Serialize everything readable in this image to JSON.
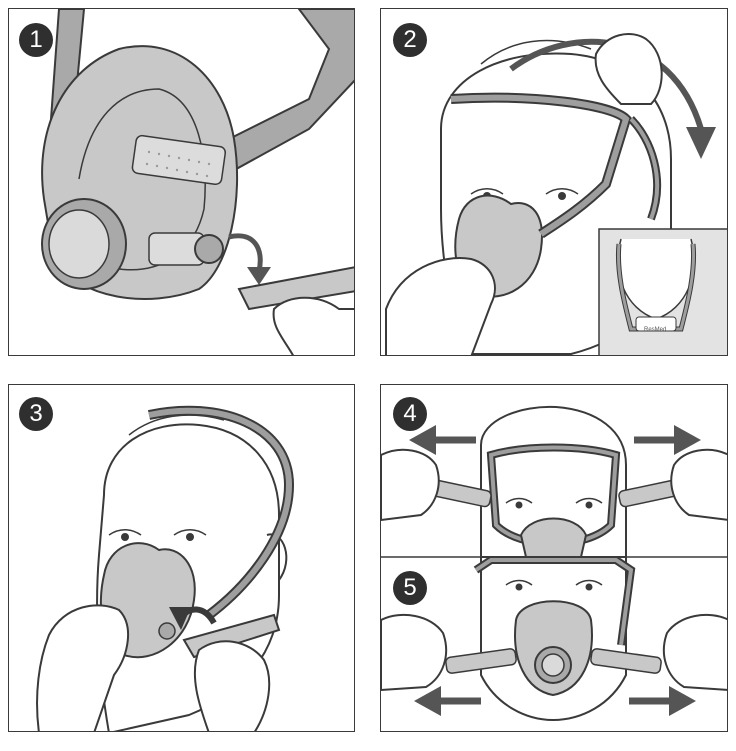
{
  "steps": [
    {
      "number": "1"
    },
    {
      "number": "2"
    },
    {
      "number": "3"
    },
    {
      "number": "4"
    },
    {
      "number": "5"
    }
  ],
  "inset_brand": "ResMed",
  "colors": {
    "outline": "#3a3a3a",
    "mask_fill": "#c8c8c8",
    "mask_dark": "#a9a9a9",
    "frame_fill": "#9e9e9e",
    "inset_bg": "#e3e3e3",
    "arrow": "#555555",
    "badge": "#2f2f2f"
  },
  "icons": [
    "arrow-curved-icon",
    "arrow-left-icon",
    "arrow-right-icon"
  ]
}
